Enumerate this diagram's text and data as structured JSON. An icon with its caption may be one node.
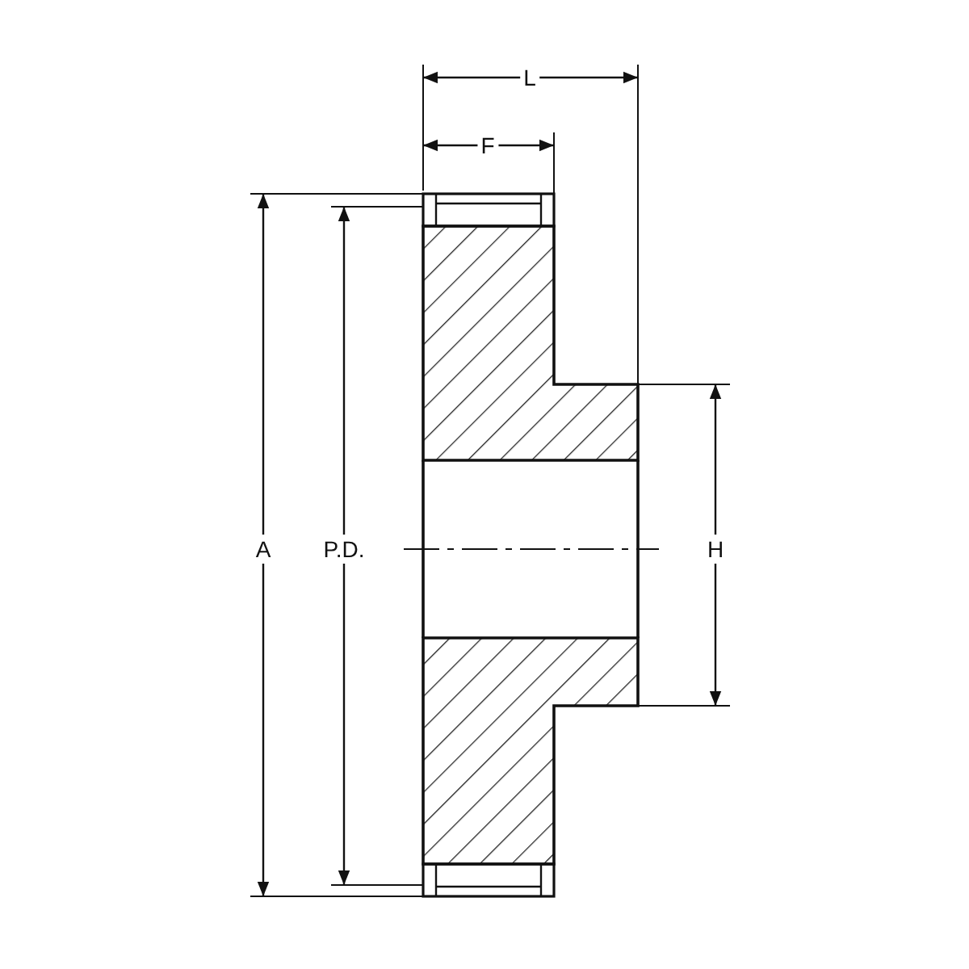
{
  "diagram": {
    "labels": [
      "L",
      "F",
      "A",
      "P.D.",
      "H"
    ]
  }
}
